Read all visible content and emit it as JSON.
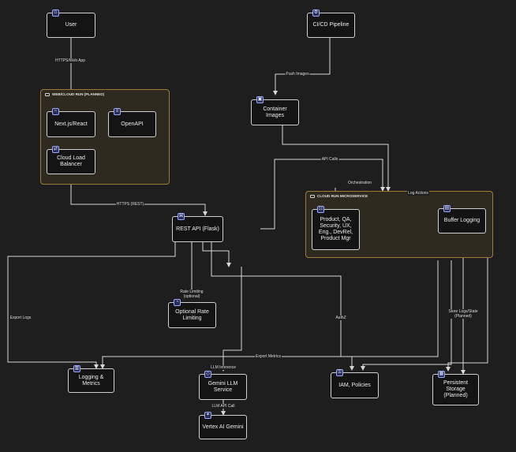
{
  "groups": {
    "web": {
      "label": "WEB/CLOUD RUN (PLANNED)"
    },
    "micro": {
      "label": "CLOUD RUN MICROSERVICE"
    }
  },
  "nodes": {
    "user": {
      "label": "User",
      "icon": "user-icon"
    },
    "cicd": {
      "label": "CI/CD Pipeline",
      "icon": "pipeline-icon"
    },
    "nextjs": {
      "label": "Next.js/React",
      "icon": "chart-icon"
    },
    "openapi": {
      "label": "OpenAPI",
      "icon": "document-icon"
    },
    "container": {
      "label": "Container Images",
      "icon": "container-icon"
    },
    "clb": {
      "label": "Cloud Load Balancer",
      "icon": "load-balancer-icon"
    },
    "rest": {
      "label": "REST API (Flask)",
      "icon": "api-icon"
    },
    "agents": {
      "label": "Product, QA, Security, UX, Eng., DevRel, Product Mgr",
      "icon": "group-icon"
    },
    "buffer": {
      "label": "Buffer Logging",
      "icon": "logging-icon"
    },
    "ratelimit": {
      "label": "Optional Rate Limiting",
      "icon": "rate-limit-icon"
    },
    "logging": {
      "label": "Logging & Metrics",
      "icon": "metrics-icon"
    },
    "gemini": {
      "label": "Gemini LLM Service",
      "icon": "service-icon"
    },
    "iam": {
      "label": "IAM, Policies",
      "icon": "lock-icon"
    },
    "storage": {
      "label": "Persistent Storage (Planned)",
      "icon": "storage-icon"
    },
    "vertex": {
      "label": "Vertex AI Gemini",
      "icon": "ai-icon"
    }
  },
  "edge_labels": {
    "https_webapp": "HTTPS/Web App",
    "push_images": "Push Images",
    "api_calls": "API Calls",
    "orchestration": "Orchestration",
    "log_actions": "Log Actions",
    "https_rest": "HTTPS (REST)",
    "rate_limiting": "Rate Limiting (optional)",
    "export_logs": "Export Logs",
    "authz": "AuthZ",
    "store_logs": "Store Logs/State (Planned)",
    "export_metrics": "Export Metrics",
    "llm_inference": "LLM Inference",
    "llm_api_call": "LLM API Call"
  },
  "colors": {
    "edge": "#d8d8d8",
    "group_border": "#9c7a3c",
    "group_fill": "#2e2a1f",
    "node_fill": "#141414",
    "icon_accent": "#9aa6ff"
  }
}
